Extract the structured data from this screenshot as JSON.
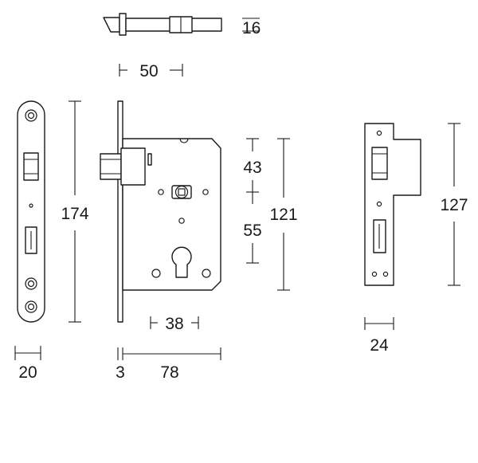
{
  "dimensions": {
    "bolt_thickness": "16",
    "backset": "50",
    "faceplate_height": "174",
    "faceplate_width": "20",
    "dist_top": "43",
    "dist_bottom": "55",
    "case_height": "121",
    "cylinder_width": "38",
    "face_thickness": "3",
    "case_depth": "78",
    "strike_height": "127",
    "strike_width": "24"
  },
  "colors": {
    "line": "#1a1a1a",
    "background": "#ffffff"
  }
}
